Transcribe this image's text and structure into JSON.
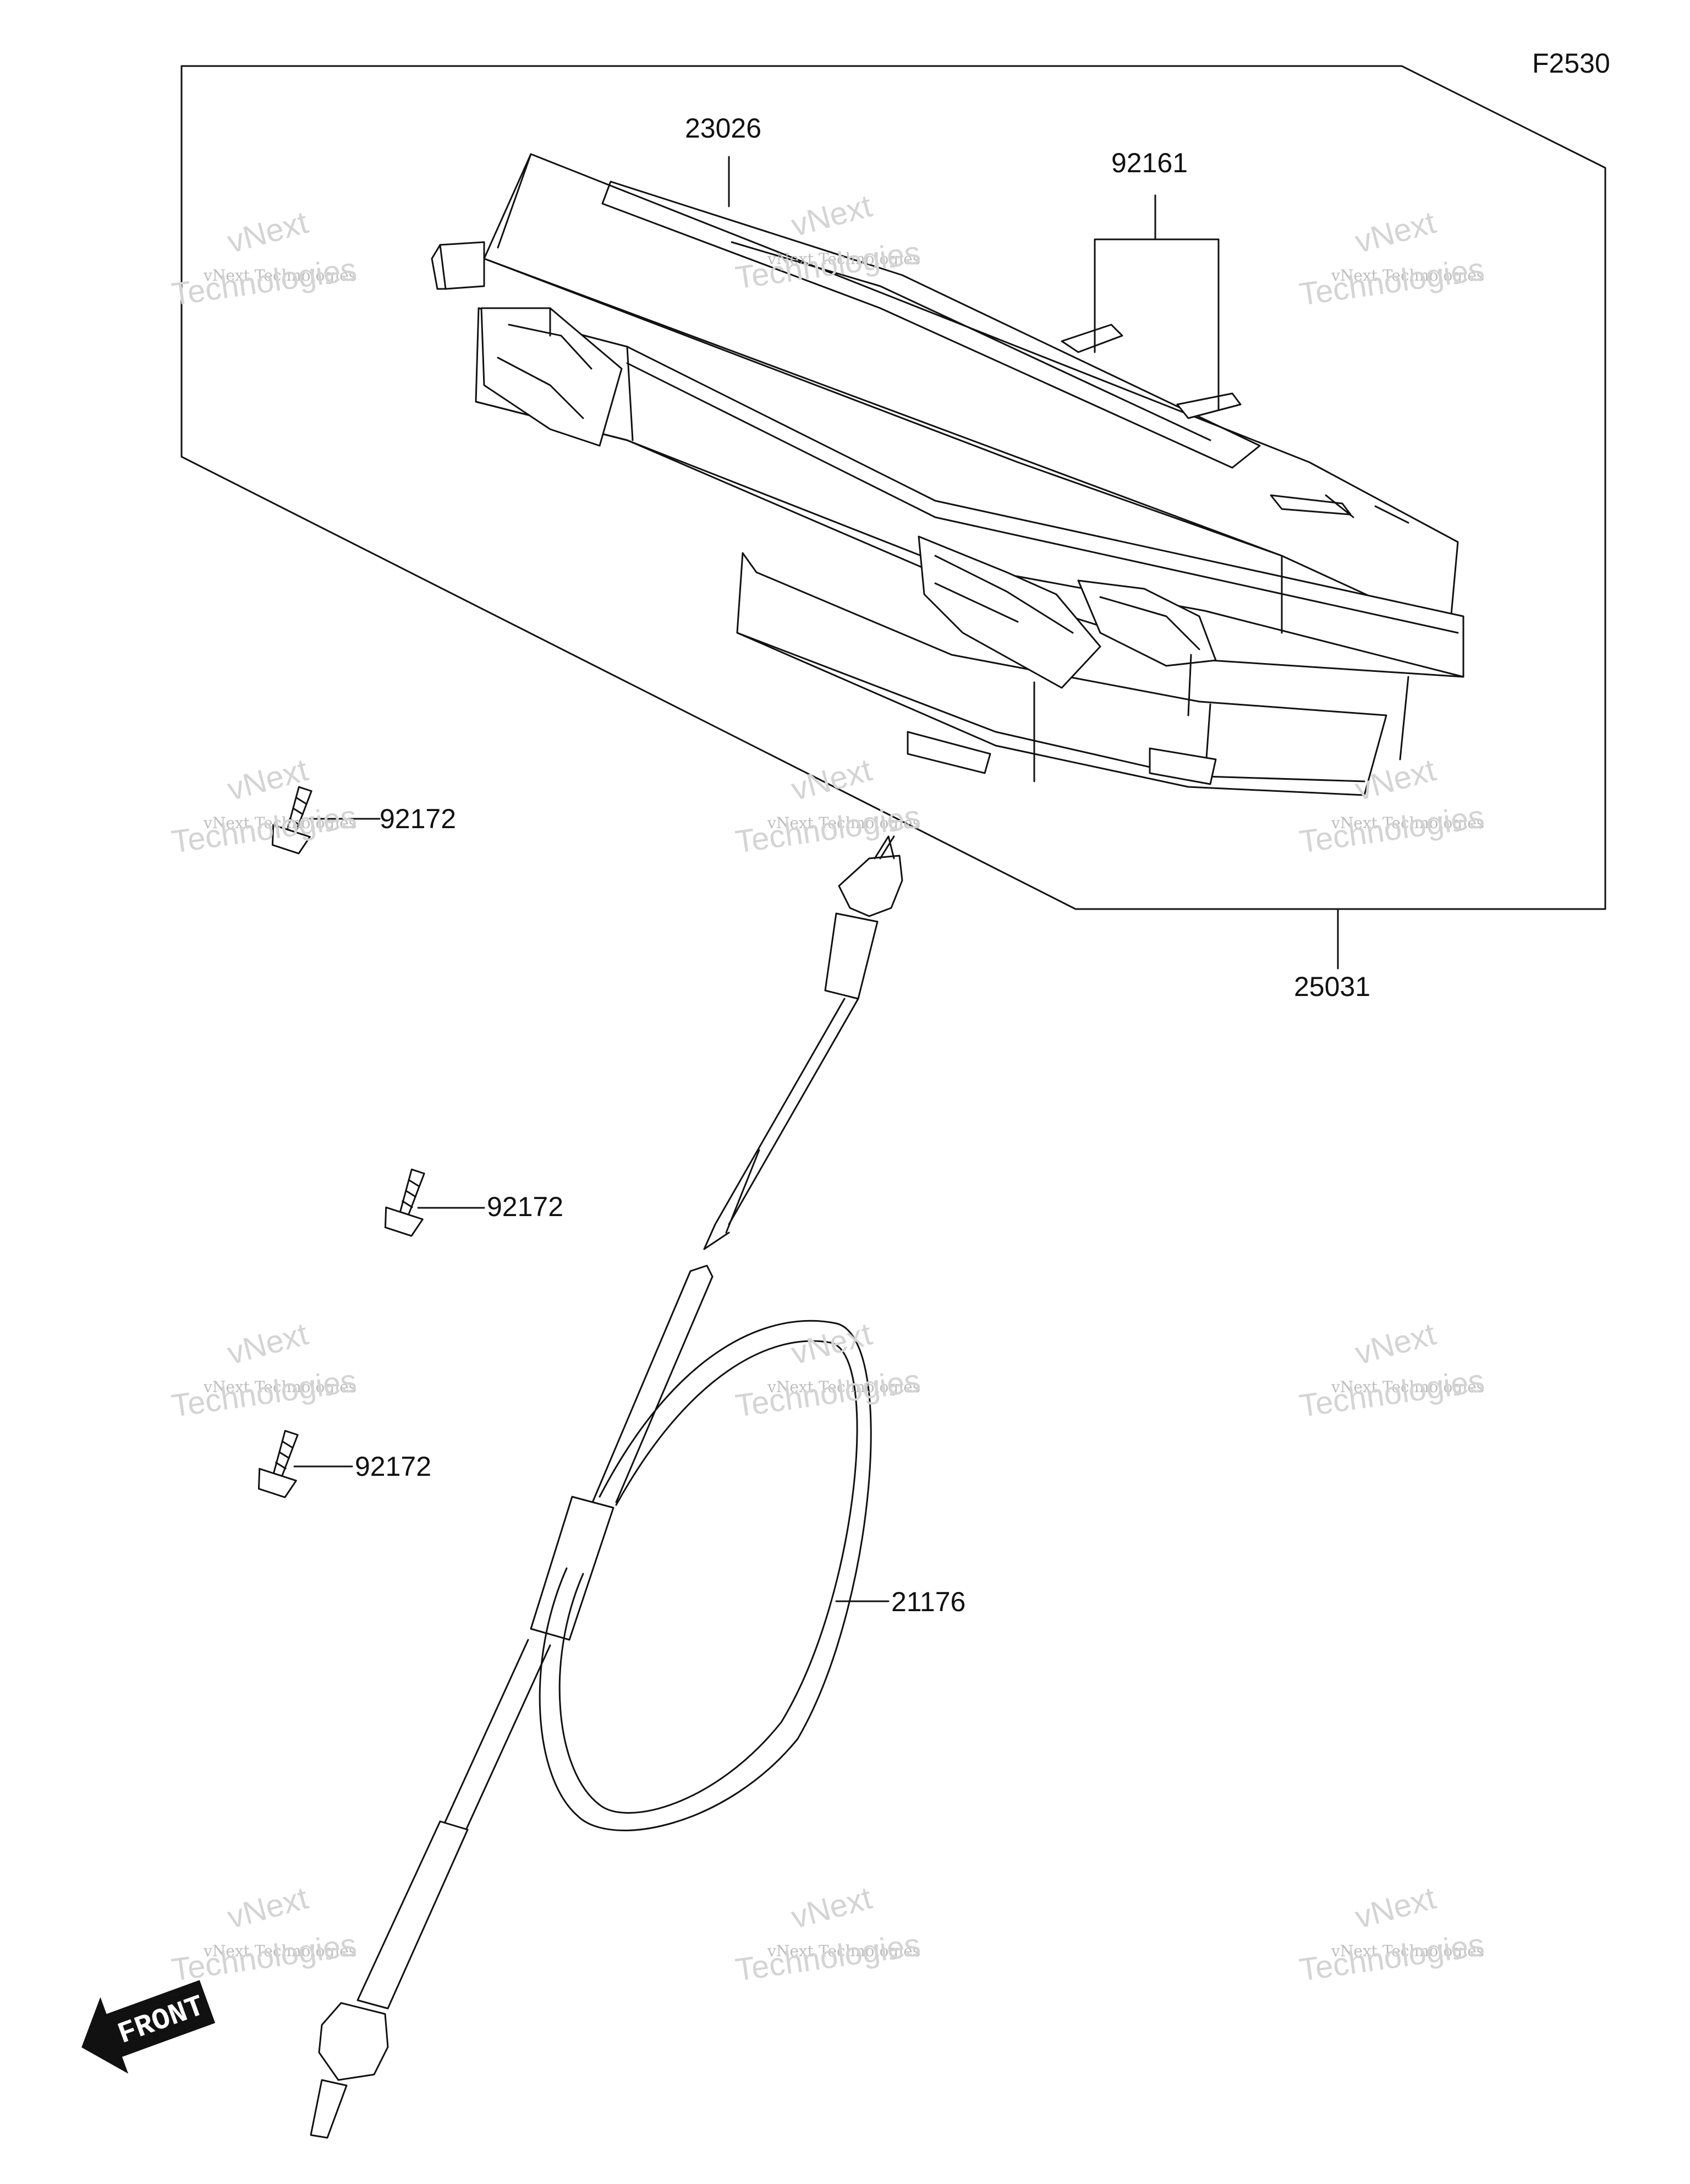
{
  "figure_code": "F2530",
  "callouts": {
    "meter_assy": "25031",
    "meter_case": "23026",
    "meter_screw": "92161",
    "screw_1": "92172",
    "screw_2": "92172",
    "screw_3": "92172",
    "speedometer_cable": "21176"
  },
  "front_arrow_label": "FRONT",
  "watermark": {
    "line_small": "vNext Technologies",
    "line_big_1": "vNext",
    "line_big_2": "Technologies"
  }
}
